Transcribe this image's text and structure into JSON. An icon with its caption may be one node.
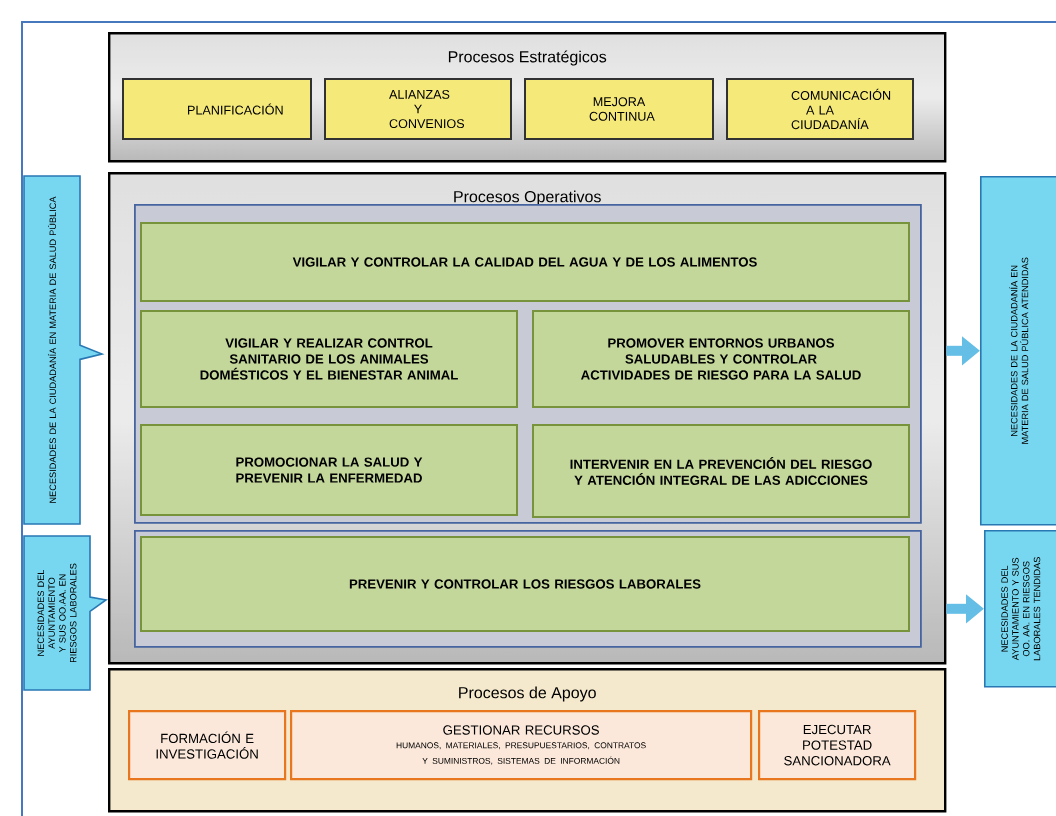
{
  "diagram": {
    "nodes": [
      {
        "text": [
          "Procesos Estratégicos"
        ]
      },
      {
        "text": [
          "PLANIFICACIÓN"
        ],
        "in": 0
      },
      {
        "text": [
          "ALIANZAS Y CONVENIOS"
        ],
        "in": 0
      },
      {
        "text": [
          "MEJORA CONTINUA"
        ],
        "in": 0
      },
      {
        "text": [
          "COMUNICACIÓN A LA CIUDADANÍA"
        ],
        "in": 0
      },
      {
        "text": [
          "Procesos Operativos"
        ]
      },
      {
        "text": [],
        "shape": "box",
        "in": 5
      },
      {
        "text": [
          "VIGILAR  Y CONTROLAR LA CALIDAD DEL AGUA Y DE LOS ALIMENTOS"
        ],
        "in": 6
      },
      {
        "text": [
          "VIGILAR Y REALIZAR CONTROL SANITARIO DE LOS ANIMALES DOMÉSTICOS Y EL BIENESTAR ANIMAL"
        ],
        "in": 6
      },
      {
        "text": [
          "PROMOVER ENTORNOS URBANOS SALUDABLES Y CONTROLAR  ACTIVIDADES DE RIESGO PARA LA SALUD"
        ],
        "in": 6
      },
      {
        "text": [
          "PROMOCIONAR LA SALUD Y PREVENIR LA ENFERMEDAD"
        ],
        "in": 6
      },
      {
        "text": [
          "INTERVENIR EN LA PREVENCIÓN DEL RIESGO Y ATENCIÓN INTEGRAL DE LAS ADICCIONES"
        ],
        "in": 6
      },
      {
        "text": [],
        "shape": "box",
        "in": 5
      },
      {
        "text": [
          "PREVENIR Y CONTROLAR LOS RIESGOS LABORALES"
        ],
        "in": 12
      },
      {
        "text": [
          "Procesos de Apoyo"
        ]
      },
      {
        "text": [
          "FORMACIÓN E INVESTIGACIÓN"
        ],
        "in": 14
      },
      {
        "text": [
          "GESTIONAR RECURSOS",
          "HUMANOS, MATERIALES, PRESUPUESTARIOS, CONTRATOS Y SUMINISTROS, SISTEMAS DE INFORMACIÓN"
        ],
        "in": 14
      },
      {
        "text": [
          "EJECUTAR POTESTAD SANCIONADORA"
        ],
        "in": 14
      },
      {
        "text": [
          "NECESIDADES DE LA CIUDADANÍA EN  MATERIA DE SALUD PÚBLICA"
        ]
      },
      {
        "text": [
          "NECESIDADES DEL AYUNTAMIENTO Y SUS OO.AA. EN RIESGOS LABORALES"
        ]
      },
      {
        "text": [
          "NECESIDADES DE LA CIUDADANÍA EN MATERIA DE SALUD PÚBLICA ATENDIDAS"
        ]
      },
      {
        "text": [
          "NECESIDADES DEL AYUNTAMIENTO Y SUS OO. AA.  EN RIESGOS LABORALES TENDIDAS"
        ]
      }
    ],
    "edges": [
      {
        "from": 5,
        "to": 20,
        "arrow": "to"
      },
      {
        "from": 5,
        "to": 21,
        "arrow": "to"
      }
    ]
  }
}
